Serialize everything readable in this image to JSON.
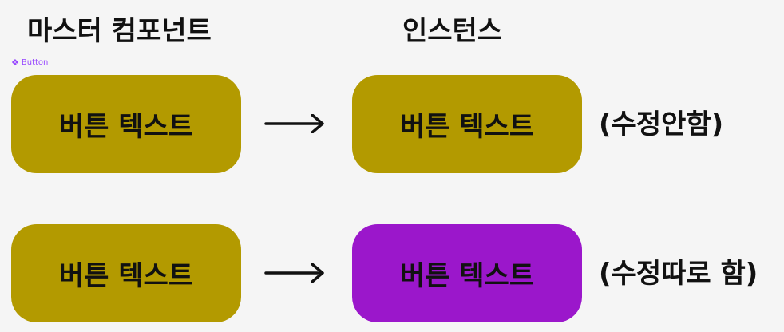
{
  "headings": {
    "master": "마스터 컴포넌트",
    "instance": "인스턴스"
  },
  "component_tag": {
    "icon": "component-diamond-icon",
    "label": "Button",
    "color": "#9747ff"
  },
  "rows": [
    {
      "master_button": {
        "label": "버튼 텍스트",
        "color": "#b39a00"
      },
      "instance_button": {
        "label": "버튼 텍스트",
        "color": "#b39a00"
      },
      "note": "(수정안함)"
    },
    {
      "master_button": {
        "label": "버튼 텍스트",
        "color": "#b39a00"
      },
      "instance_button": {
        "label": "버튼 텍스트",
        "color": "#9b17cb"
      },
      "note": "(수정따로 함)"
    }
  ],
  "colors": {
    "background": "#f5f5f5",
    "text": "#111111"
  }
}
